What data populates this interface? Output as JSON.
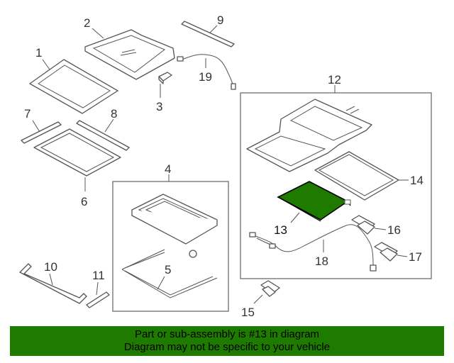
{
  "diagram": {
    "callouts": [
      "1",
      "2",
      "3",
      "4",
      "5",
      "6",
      "7",
      "8",
      "9",
      "10",
      "11",
      "12",
      "13",
      "14",
      "15",
      "16",
      "17",
      "18",
      "19"
    ],
    "highlighted_callout": "13",
    "highlight_color": "#1f7a00"
  },
  "banner": {
    "line1": "Part or sub-assembly is #13 in diagram",
    "line2": "Diagram may not be specific to your vehicle",
    "background": "#1f7a00"
  }
}
